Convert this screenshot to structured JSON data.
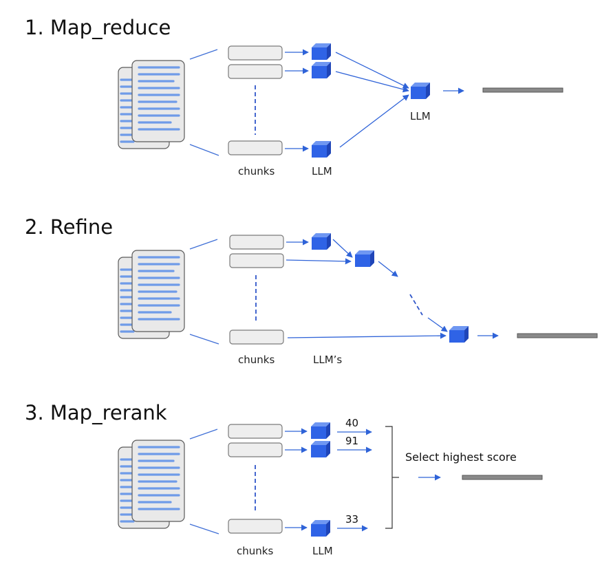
{
  "sections": [
    {
      "title": "1. Map_reduce",
      "labels": {
        "chunks": "chunks",
        "llm": "LLM",
        "final_llm": "LLM"
      }
    },
    {
      "title": "2. Refine",
      "labels": {
        "chunks": "chunks",
        "llm": "LLM’s"
      }
    },
    {
      "title": "3. Map_rerank",
      "labels": {
        "chunks": "chunks",
        "llm": "LLM",
        "select": "Select highest score"
      },
      "scores": [
        "40",
        "91",
        "33"
      ]
    }
  ],
  "colors": {
    "accent": "#2f63e6",
    "doc_lines": "#6f9be8",
    "output_bar": "#8a8a8a"
  },
  "icons": [
    "document-stack-icon",
    "llm-cube-icon",
    "output-bar-icon"
  ]
}
